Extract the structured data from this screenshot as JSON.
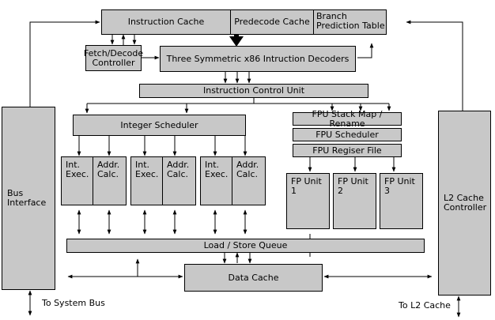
{
  "colors": {
    "box_fill": "#c8c8c8",
    "line": "#000000",
    "background": "#ffffff"
  },
  "blocks": {
    "instruction_cache": "Instruction Cache",
    "predecode_cache": "Predecode Cache",
    "branch_prediction_table": "Branch Prediction Table",
    "fetch_decode_controller": "Fetch/Decode Controller",
    "x86_decoders": "Three Symmetric x86 Intruction Decoders",
    "instruction_control_unit": "Instruction Control Unit",
    "integer_scheduler": "Integer Scheduler",
    "fpu_stack_map": "FPU Stack Map / Rename",
    "fpu_scheduler": "FPU Scheduler",
    "fpu_register_file": "FPU Regiser File",
    "int_exec": "Int. Exec.",
    "addr_calc": "Addr. Calc.",
    "fp_unit_1": "FP Unit 1",
    "fp_unit_2": "FP Unit 2",
    "fp_unit_3": "FP Unit 3",
    "bus_interface": "Bus Interface",
    "l2_cache_controller": "L2 Cache Controller",
    "load_store_queue": "Load / Store Queue",
    "data_cache": "Data Cache"
  },
  "labels": {
    "to_system_bus": "To System Bus",
    "to_l2_cache": "To L2 Cache"
  }
}
